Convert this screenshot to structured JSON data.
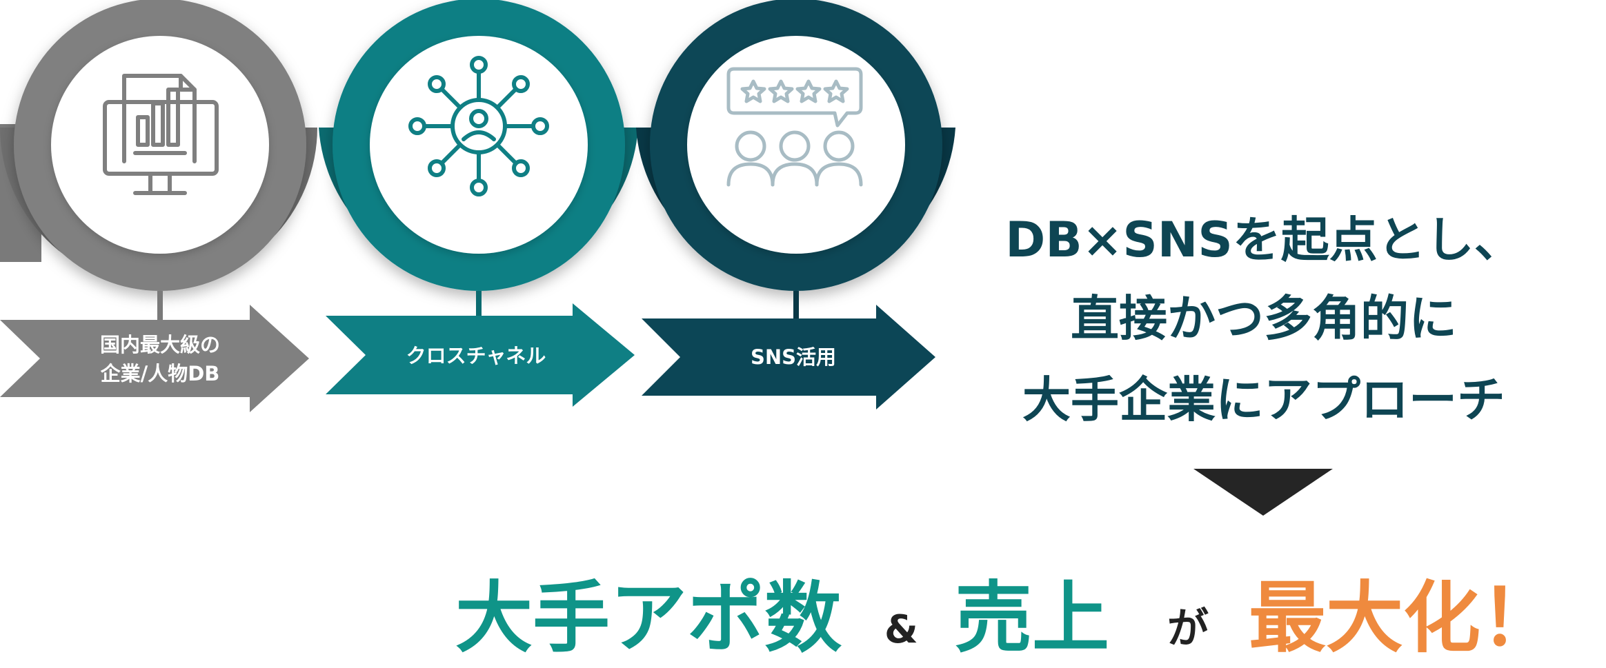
{
  "colors": {
    "gray": "#808080",
    "gray_dark": "#6c6c6c",
    "teal": "#0f7f84",
    "teal_dark": "#0b6b70",
    "navy": "#0c4656",
    "navy_dark": "#083846",
    "icon_gray": "#7f7f7f",
    "icon_teal": "#0f7f84",
    "icon_navy": "#a8bcc4",
    "tagline": "#0e4553",
    "result_teal": "#0f9488",
    "result_orange": "#ef8a3e",
    "result_black": "#222222",
    "triangle": "#252525"
  },
  "steps": [
    {
      "icon": "monitor-chart-icon",
      "label_line1": "国内最大級の",
      "label_line2": "企業/人物DB"
    },
    {
      "icon": "network-person-icon",
      "label_line1": "クロスチャネル",
      "label_line2": ""
    },
    {
      "icon": "review-stars-people-icon",
      "label_line1": "SNS活用",
      "label_line2": ""
    }
  ],
  "tagline": {
    "line1": "DB×SNSを起点とし、",
    "line2": "直接かつ多角的に",
    "line3": "大手企業にアプローチ"
  },
  "result": {
    "part1": "大手アポ数",
    "amp": "&",
    "part2": "売上",
    "particle": "が",
    "part3": "最大化！"
  }
}
